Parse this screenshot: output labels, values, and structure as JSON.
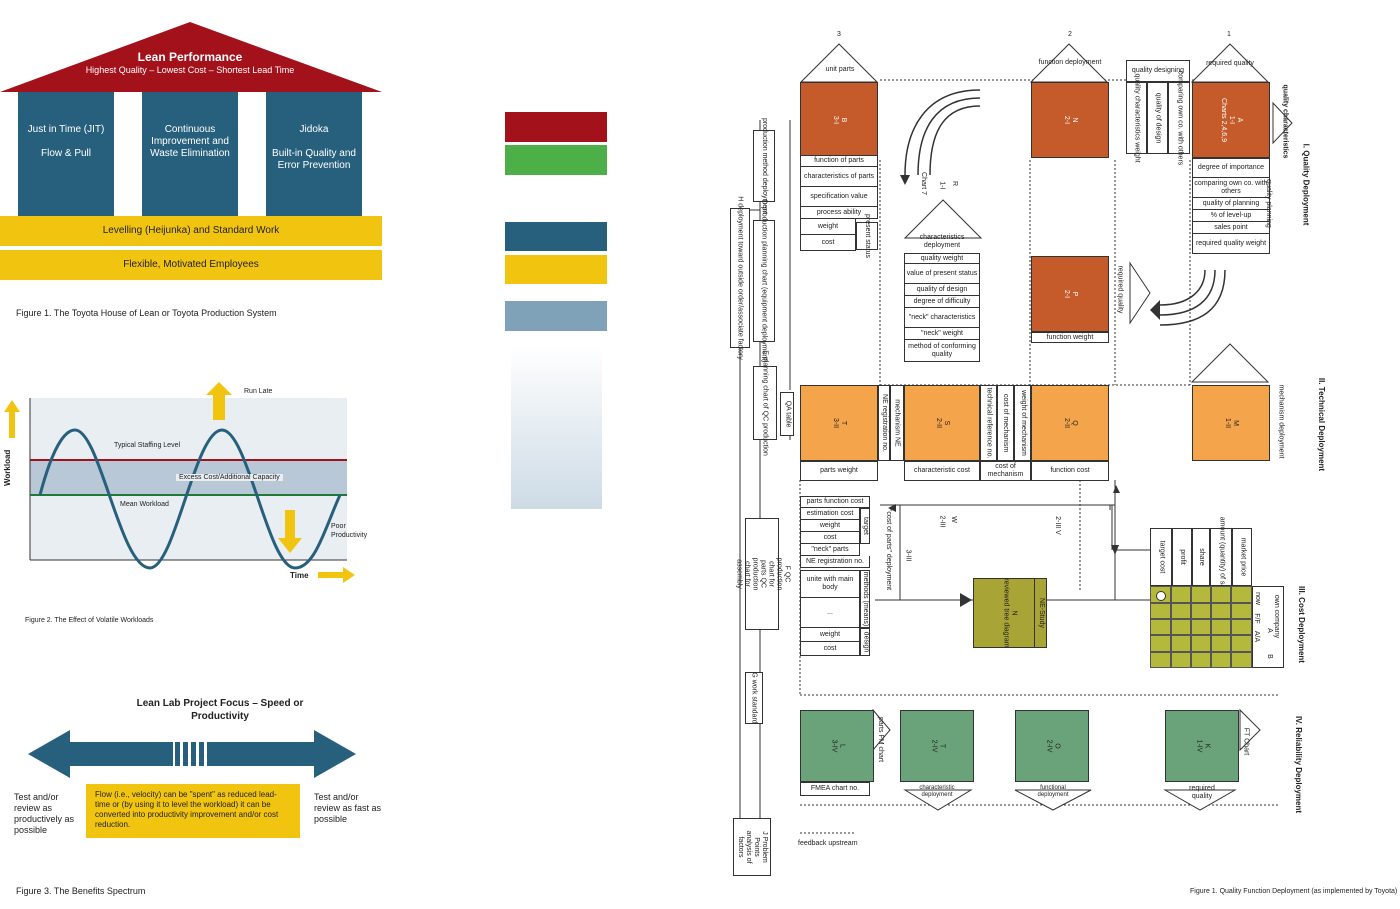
{
  "house": {
    "roof_title": "Lean Performance",
    "roof_subtitle": "Highest Quality – Lowest Cost – Shortest Lead Time",
    "pillar1_line1": "Just in Time (JIT)",
    "pillar1_line2": "Flow & Pull",
    "pillar2": "Continuous Improvement and Waste Elimination",
    "pillar3_line1": "Jidoka",
    "pillar3_line2": "Built-in Quality and Error Prevention",
    "band1": "Levelling (Heijunka) and Standard Work",
    "band2": "Flexible, Motivated Employees",
    "caption": "Figure 1. The Toyota House of Lean or Toyota Production System"
  },
  "workload": {
    "run_late": "Run Late",
    "typical": "Typical Staffing Level",
    "excess": "Excess Cost/Additional Capacity",
    "mean": "Mean Workload",
    "poor": "Poor Productivity",
    "ylabel": "Workload",
    "xlabel": "Time",
    "caption": "Figure 2. The Effect of Volatile Workloads"
  },
  "spectrum": {
    "title": "Lean Lab Project Focus – Speed or Productivity",
    "left": "Test and/or review as productively as possible",
    "right": "Test and/or review as fast as possible",
    "center": "Flow (i.e., velocity) can be \"spent\" as reduced lead-time or (by using it to level the workload) it can be converted into productivity improvement and/or cost reduction.",
    "caption": "Figure 3. The Benefits Spectrum"
  },
  "swatches": {
    "red": "#a3111b",
    "green": "#4caf47",
    "blue": "#27607d",
    "yellow": "#f1c40f",
    "steel": "#7fa2b8"
  },
  "qfd": {
    "caption": "Figure 1. Quality Function Deployment (as implemented by Toyota)",
    "sec1": "I. Quality Deployment",
    "sec2": "II. Technical Deployment",
    "sec3": "III. Cost Deployment",
    "sec4": "IV. Reliability Deployment",
    "num3": "3",
    "num2": "2",
    "num1": "1",
    "unit_parts": "unit parts",
    "function_deployment": "function deployment",
    "quality_designing": "quality designing",
    "required_quality": "required quality",
    "quality_characteristics": "quality characteristics",
    "box_B": "B",
    "box_B_sub": "3-I",
    "box_N": "N",
    "box_N_sub": "2-I",
    "box_A": "A",
    "box_A_sub": "1-I",
    "box_A_charts": "Charts 2,4,6,9",
    "box_P": "P",
    "box_P_sub": "2-I",
    "required_quality2": "required quality",
    "function_weight": "function weight",
    "qd_cols": [
      "quality characteristics weight",
      "quality of design",
      "comparing own co. with others"
    ],
    "parts_rows": [
      "function of parts",
      "characteristics of parts",
      "specification value",
      "process ability",
      "weight",
      "cost"
    ],
    "present_status": "present status",
    "R_label": "R",
    "R_sub": "1-I",
    "chart7": "Chart 7",
    "char_deploy": "characteristics deployment",
    "char_rows": [
      "quality weight",
      "value of present status",
      "quality of design",
      "degree of difficulty",
      "\"neck\" characteristics",
      "\"neck\" weight",
      "method of conforming quality"
    ],
    "right_rows": [
      "degree of importance",
      "comparing own co. with others",
      "quality of planning",
      "% of level-up",
      "sales point",
      "required quality weight"
    ],
    "quality_planning": "quality planning",
    "left_flow": [
      "production method deployment",
      "D production planning chart (equipment deployment)",
      "H deployment toward outside order/associate factory",
      "E planning chart of QC production",
      "QA table",
      "F QC production chart for parts QC production chart for assembly",
      "G work standard",
      "J Problem Points analysis of factors"
    ],
    "box_T": "T",
    "box_T_sub": "3-II",
    "box_S": "S",
    "box_S_sub": "2-II",
    "box_Q": "Q",
    "box_Q_sub": "2-II",
    "box_M": "M",
    "box_M_sub": "1-II",
    "mechanism_deploy": "mechanism deployment",
    "mech_ne": "mechanism NE",
    "ne_reg": "NE registration no.",
    "tech_ref": "technical reference no.",
    "cost_mech": "cost of mechanism",
    "weight_mech": "weight of mechanism",
    "parts_weight": "parts weight",
    "char_cost": "characteristic cost",
    "cost_of_mechanism": "cost of mechanism",
    "function_cost": "function cost",
    "cost_rows": [
      "parts function cost",
      "estimation cost",
      "weight",
      "cost",
      "\"neck\" parts",
      "NE registration no."
    ],
    "target": "target",
    "cost_of_parts_deploy": "\"cost of parts\" deployment",
    "methods": "methods (means)",
    "design": "design",
    "lower_rows": [
      "unite with main body",
      "...",
      "weight",
      "cost"
    ],
    "W_label": "W",
    "W_sub": "2-III",
    "V_label": "2-III V",
    "III3": "3-III",
    "box_N2": "N",
    "box_N2_sub": "reviewed tree diagram",
    "ne_study": "NE-Study",
    "market_cols": [
      "target cost",
      "profit",
      "share",
      "amount (quantity) of sales",
      "market price"
    ],
    "own_company": "own company",
    "now": "now",
    "F_F": "F/F",
    "A_label": "A",
    "A_A": "A/A",
    "B_label": "B",
    "box_L": "L",
    "box_L_sub": "3-IV",
    "box_T2": "T",
    "box_T2_sub": "2-IV",
    "box_O": "O",
    "box_O_sub": "2-IV",
    "box_K": "K",
    "box_K_sub": "1-IV",
    "parts_fm": "parts FM chart",
    "fmea": "FMEA chart no.",
    "char_deploy2": "characteristic deployment",
    "func_deploy2": "functional deployment",
    "req_quality3": "required quality",
    "ft_chart": "FT Chart",
    "feedback": "feedback upstream"
  }
}
